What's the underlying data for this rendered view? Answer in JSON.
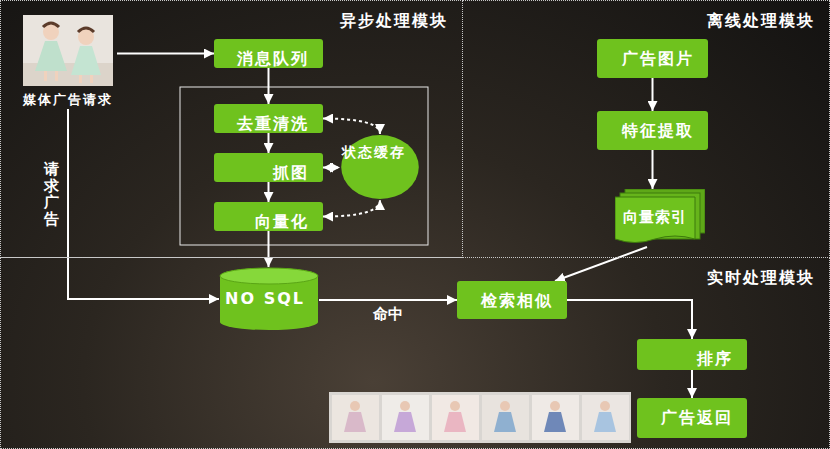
{
  "diagram": {
    "nodes": [
      {
        "text": [
          "异步处理模块"
        ]
      },
      {
        "text": [
          "离线处理模块"
        ]
      },
      {
        "text": [
          "实时处理模块"
        ]
      },
      {
        "text": [
          "媒体广告请求"
        ],
        "in": 0
      },
      {
        "text": [
          "消息队列"
        ],
        "in": 0
      },
      {
        "text": [
          "去重清洗"
        ],
        "in": 0
      },
      {
        "text": [
          "抓图"
        ],
        "in": 0
      },
      {
        "text": [
          "向量化"
        ],
        "in": 0
      },
      {
        "text": [
          "状态缓存"
        ],
        "in": 0
      },
      {
        "text": [
          "广告图片"
        ],
        "in": 1
      },
      {
        "text": [
          "特征提取"
        ],
        "in": 1
      },
      {
        "text": [
          "向量索引"
        ],
        "in": 1
      },
      {
        "text": [
          "NO SQL"
        ],
        "in": 2
      },
      {
        "text": [
          "检索相似"
        ],
        "in": 2
      },
      {
        "text": [
          "排序"
        ],
        "in": 2
      },
      {
        "text": [
          "广告返回"
        ],
        "in": 2
      }
    ],
    "edges": [
      {
        "from": 3,
        "to": 4,
        "arrow": "to"
      },
      {
        "from": 4,
        "to": 5,
        "arrow": "to"
      },
      {
        "from": 5,
        "to": 6,
        "arrow": "to"
      },
      {
        "from": 6,
        "to": 7,
        "arrow": "to"
      },
      {
        "from": 5,
        "to": 8,
        "arrow": "both"
      },
      {
        "from": 6,
        "to": 8,
        "arrow": "both"
      },
      {
        "from": 7,
        "to": 8,
        "arrow": "both"
      },
      {
        "from": 7,
        "to": 12,
        "arrow": "to"
      },
      {
        "from": 3,
        "to": 12,
        "label": "请求广告",
        "arrow": "to"
      },
      {
        "from": 9,
        "to": 10,
        "arrow": "to"
      },
      {
        "from": 10,
        "to": 11,
        "arrow": "to"
      },
      {
        "from": 11,
        "to": 13,
        "arrow": "to"
      },
      {
        "from": 12,
        "to": 13,
        "label": "命中",
        "arrow": "to"
      },
      {
        "from": 13,
        "to": 14,
        "arrow": "to"
      },
      {
        "from": 14,
        "to": 15,
        "arrow": "to"
      }
    ]
  }
}
